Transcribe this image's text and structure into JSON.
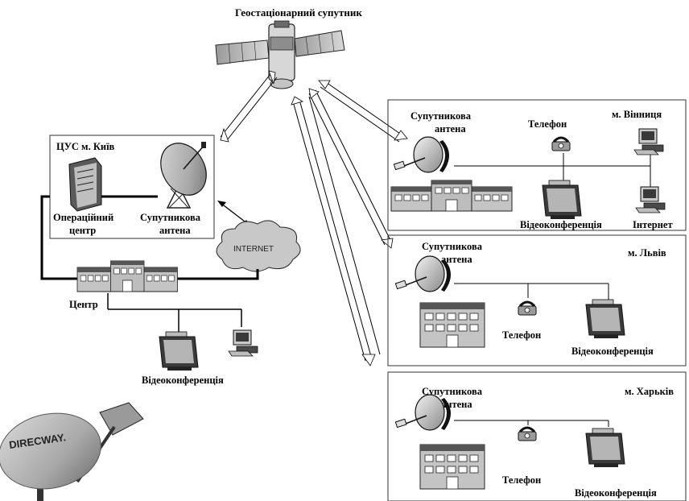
{
  "satellite": {
    "label": "Геостаціонарний супутник"
  },
  "kyiv": {
    "title": "ЦУС м. Київ",
    "operations_label_line1": "Операційний",
    "operations_label_line2": "центр",
    "antenna_label_line1": "Супутникова",
    "antenna_label_line2": "антена",
    "internet_label": "INTERNET",
    "center_label": "Центр",
    "videoconf_label": "Відеоконференція"
  },
  "vinnytsia": {
    "city": "м. Вінниця",
    "antenna_label_line1": "Супутникова",
    "antenna_label_line2": "антена",
    "phone_label": "Телефон",
    "videoconf_label": "Відеоконференція",
    "internet_label": "Інтернет"
  },
  "lviv": {
    "city": "м. Львів",
    "antenna_label_line1": "Супутникова",
    "antenna_label_line2": "антена",
    "phone_label": "Телефон",
    "videoconf_label": "Відеоконференція"
  },
  "kharkiv": {
    "city": "м. Харьків",
    "antenna_label_line1": "Супутникова",
    "antenna_label_line2": "антена",
    "phone_label": "Телефон",
    "videoconf_label": "Відеоконференція"
  },
  "dish_photo": {
    "brand": "DIRECWAY."
  },
  "icons": {
    "satellite": "satellite-icon",
    "dish": "satellite-dish-icon",
    "server": "server-icon",
    "building": "building-icon",
    "phone": "telephone-icon",
    "monitor": "videoconference-monitor-icon",
    "computer": "computer-icon",
    "cloud": "cloud-icon"
  },
  "colors": {
    "line": "#000000",
    "shape_fill": "#cfcfcf",
    "dark": "#3a3a3a"
  }
}
